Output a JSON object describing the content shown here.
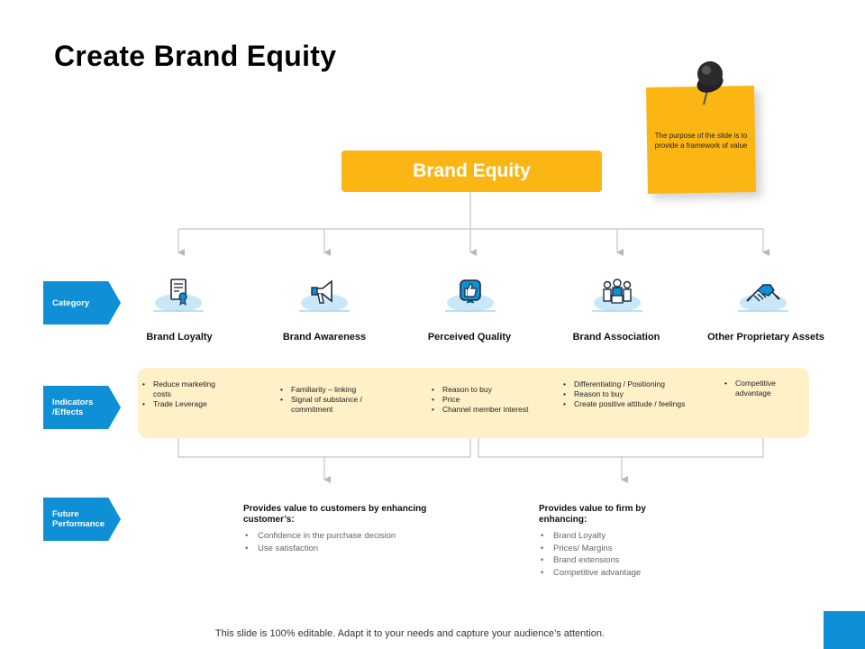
{
  "title": "Create Brand Equity",
  "sticky_note": "The purpose of the slide is to provide a framework of value",
  "root": "Brand Equity",
  "rows": {
    "category": "Category",
    "indicators": "Indicators /Effects",
    "future": "Future Performance"
  },
  "categories": [
    {
      "label": "Brand Loyalty",
      "icon": "certificate-icon",
      "indicators": [
        "Reduce marketing costs",
        "Trade Leverage"
      ]
    },
    {
      "label": "Brand Awareness",
      "icon": "megaphone-icon",
      "indicators": [
        "Familiarity – linking",
        "Signal of substance / commitment"
      ]
    },
    {
      "label": "Perceived Quality",
      "icon": "thumbs-up-icon",
      "indicators": [
        "Reason to buy",
        "Price",
        "Channel member interest"
      ]
    },
    {
      "label": "Brand Association",
      "icon": "team-icon",
      "indicators": [
        "Differentiating / Positioning",
        "Reason to buy",
        "Create positive attitude / feelings"
      ]
    },
    {
      "label": "Other Proprietary Assets",
      "icon": "handshake-icon",
      "indicators": [
        "Competitive advantage"
      ]
    }
  ],
  "future": [
    {
      "heading": "Provides value to customers by enhancing customer’s:",
      "items": [
        "Confidence in the purchase decision",
        "Use satisfaction"
      ]
    },
    {
      "heading": "Provides value to firm by enhancing:",
      "items": [
        "Brand Loyalty",
        "Prices/ Margins",
        "Brand extensions",
        "Competitive  advantage"
      ]
    }
  ],
  "footer": "This slide is 100% editable. Adapt it to your needs and capture your audience’s attention.",
  "colors": {
    "accent": "#fbb614",
    "blue": "#0e8fd6",
    "band": "#fef0c7"
  }
}
